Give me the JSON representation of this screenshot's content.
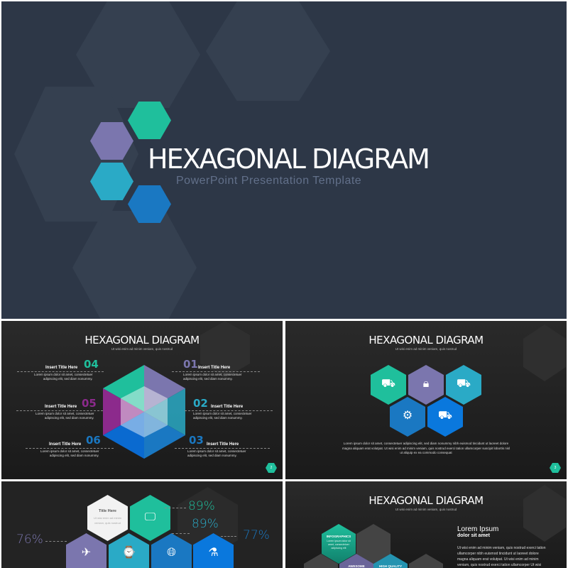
{
  "colors": {
    "green": "#1fbf9c",
    "purple": "#7b76ae",
    "cyan": "#2aaac6",
    "blue": "#1a78c2",
    "brightblue": "#0a78dd",
    "magenta": "#8c2a8c",
    "main_bg": "#2d3747"
  },
  "cover": {
    "title": "HEXAGONAL DIAGRAM",
    "subtitle": "PowerPoint Presentation Template"
  },
  "slide2": {
    "title": "HEXAGONAL DIAGRAM",
    "subtitle": "Ut wisi enim ad minim veniam, quis nostrud",
    "page": "2",
    "items": [
      {
        "num": "04",
        "title": "Insert Title Here",
        "body1": "Lorem ipsum dolor sit amet, consectetuer",
        "body2": "adipiscing elit, sed diam nonummy."
      },
      {
        "num": "01",
        "title": "Insert Title Here",
        "body1": "Lorem ipsum dolor sit amet, consectetuer",
        "body2": "adipiscing elit, sed diam nonummy."
      },
      {
        "num": "05",
        "title": "Insert Title Here",
        "body1": "Lorem ipsum dolor sit amet, consectetuer",
        "body2": "adipiscing elit, sed diam nonummy."
      },
      {
        "num": "02",
        "title": "Insert Title Here",
        "body1": "Lorem ipsum dolor sit amet, consectetuer",
        "body2": "adipiscing elit, sed diam nonummy."
      },
      {
        "num": "06",
        "title": "Insert Title Here",
        "body1": "Lorem ipsum dolor sit amet, consectetuer",
        "body2": "adipiscing elit, sed diam nonummy."
      },
      {
        "num": "03",
        "title": "Insert Title Here",
        "body1": "Lorem ipsum dolor sit amet, consectetuer",
        "body2": "adipiscing elit, sed diam nonummy."
      }
    ]
  },
  "slide3": {
    "title": "HEXAGONAL DIAGRAM",
    "subtitle": "Ut wisi enim ad minim veniam, quis nostrud",
    "page": "3",
    "icons": [
      "cement-mixer-truck-icon",
      "lock-icon",
      "concrete-pump-truck-icon",
      "gear-icon",
      "crane-truck-icon"
    ],
    "body1": "Lorem ipsum dolor sit amet, consectetuer adipiscing elit, sed diam nonummy nibh euismod tincidunt ut laoreet dolore",
    "body2": "magna aliquam erat volutpat. Ut wisi enim ad minim veniam, quis nostrud exerci tation ullamcorper suscipit lobortis nisl",
    "body3": "ut aliquip ex ea commodo consequat"
  },
  "slide4": {
    "card_title": "Title Here",
    "card_body1": "Ut wisi enim ad minim",
    "card_body2": "veniam, quis nostrud",
    "pct_a": "89%",
    "pct_b": "89%",
    "pct_c": "76%",
    "pct_d": "77%",
    "icons": [
      "monitor-icon",
      "paper-plane-icon",
      "watch-icon",
      "globe-icon",
      "flask-icon"
    ]
  },
  "slide5": {
    "title": "HEXAGONAL DIAGRAM",
    "subtitle": "Ut wisi enim ad minim veniam, quis nostrud",
    "hex1_title": "INFOGRAPHICS",
    "hex1_body1": "Lorem ipsum dolor sit",
    "hex1_body2": "amet, consectetuer",
    "hex1_body3": "adipiscing elit",
    "hex2_title": "AWESOME",
    "hex3_title": "HIGH QUALITY",
    "heading": "Lorem Ipsum",
    "subheading": "dolor sit amet",
    "body1": "Ut wisi enim ad minim veniam, quis nostrud exerci tation",
    "body2": "ullamcorper nibh euismod tincidunt ut laoreet dolore",
    "body3": "magna aliquam erat volutpat. Ut wisi enim ad minim",
    "body4": "veniam, quis nostrud exerci tation ullamcorper Ut wisi"
  }
}
